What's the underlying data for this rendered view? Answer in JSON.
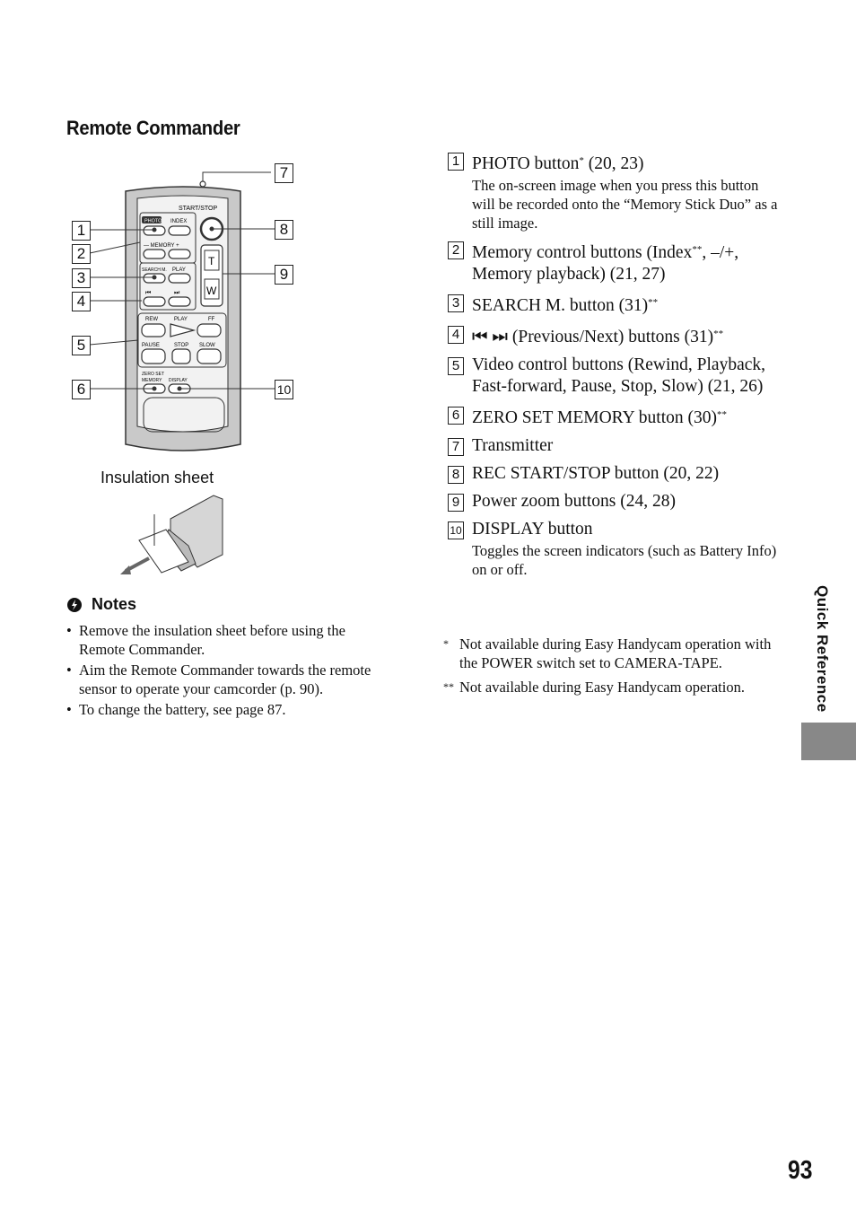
{
  "heading": "Remote Commander",
  "figure": {
    "callouts": [
      "1",
      "2",
      "3",
      "4",
      "5",
      "6",
      "7",
      "8",
      "9",
      "10"
    ],
    "remote_labels": {
      "start_stop": "START/STOP",
      "photo": "PHOTO",
      "index": "INDEX",
      "memory": "— MEMORY +",
      "search_m": "SEARCH M.",
      "play_small": "PLAY",
      "rew": "REW",
      "play": "PLAY",
      "ff": "FF",
      "pause": "PAUSE",
      "stop": "STOP",
      "slow": "SLOW",
      "zero_set_1": "ZERO SET",
      "zero_set_2": "MEMORY",
      "display": "DISPLAY",
      "zoom_t": "T",
      "zoom_w": "W"
    },
    "insulation_label": "Insulation sheet"
  },
  "notes": {
    "title": "Notes",
    "items": [
      "Remove the insulation sheet before using the Remote Commander.",
      "Aim the Remote Commander towards the remote sensor to operate your camcorder (p. 90).",
      "To change the battery, see page 87."
    ]
  },
  "items": [
    {
      "num": "1",
      "title": "PHOTO button",
      "mark": "*",
      "after": " (20, 23)",
      "desc": "The on-screen image when you press this button will be recorded onto the “Memory Stick Duo” as a still image."
    },
    {
      "num": "2",
      "title": "Memory control buttons (Index",
      "mark": "**",
      "after": ", –/+, Memory playback) (21, 27)",
      "desc": ""
    },
    {
      "num": "3",
      "title": "SEARCH M. button (31)",
      "mark": "**",
      "after": "",
      "desc": ""
    },
    {
      "num": "4",
      "title": "⏮ ⏭ (Previous/Next) buttons (31)",
      "mark": "**",
      "after": "",
      "desc": ""
    },
    {
      "num": "5",
      "title": "Video control buttons (Rewind, Playback, Fast-forward, Pause, Stop, Slow) (21, 26)",
      "mark": "",
      "after": "",
      "desc": ""
    },
    {
      "num": "6",
      "title": "ZERO SET MEMORY button (30)",
      "mark": "**",
      "after": "",
      "desc": ""
    },
    {
      "num": "7",
      "title": "Transmitter",
      "mark": "",
      "after": "",
      "desc": ""
    },
    {
      "num": "8",
      "title": "REC START/STOP button (20, 22)",
      "mark": "",
      "after": "",
      "desc": ""
    },
    {
      "num": "9",
      "title": "Power zoom buttons (24, 28)",
      "mark": "",
      "after": "",
      "desc": ""
    },
    {
      "num": "10",
      "title": "DISPLAY button",
      "mark": "",
      "after": "",
      "desc": "Toggles the screen indicators (such as Battery Info) on or off."
    }
  ],
  "footnotes": [
    {
      "mark": "*",
      "text": "Not available during Easy Handycam operation with the POWER switch set to CAMERA-TAPE."
    },
    {
      "mark": "**",
      "text": "Not available during Easy Handycam operation."
    }
  ],
  "side_tab": "Quick Reference",
  "page_number": "93"
}
